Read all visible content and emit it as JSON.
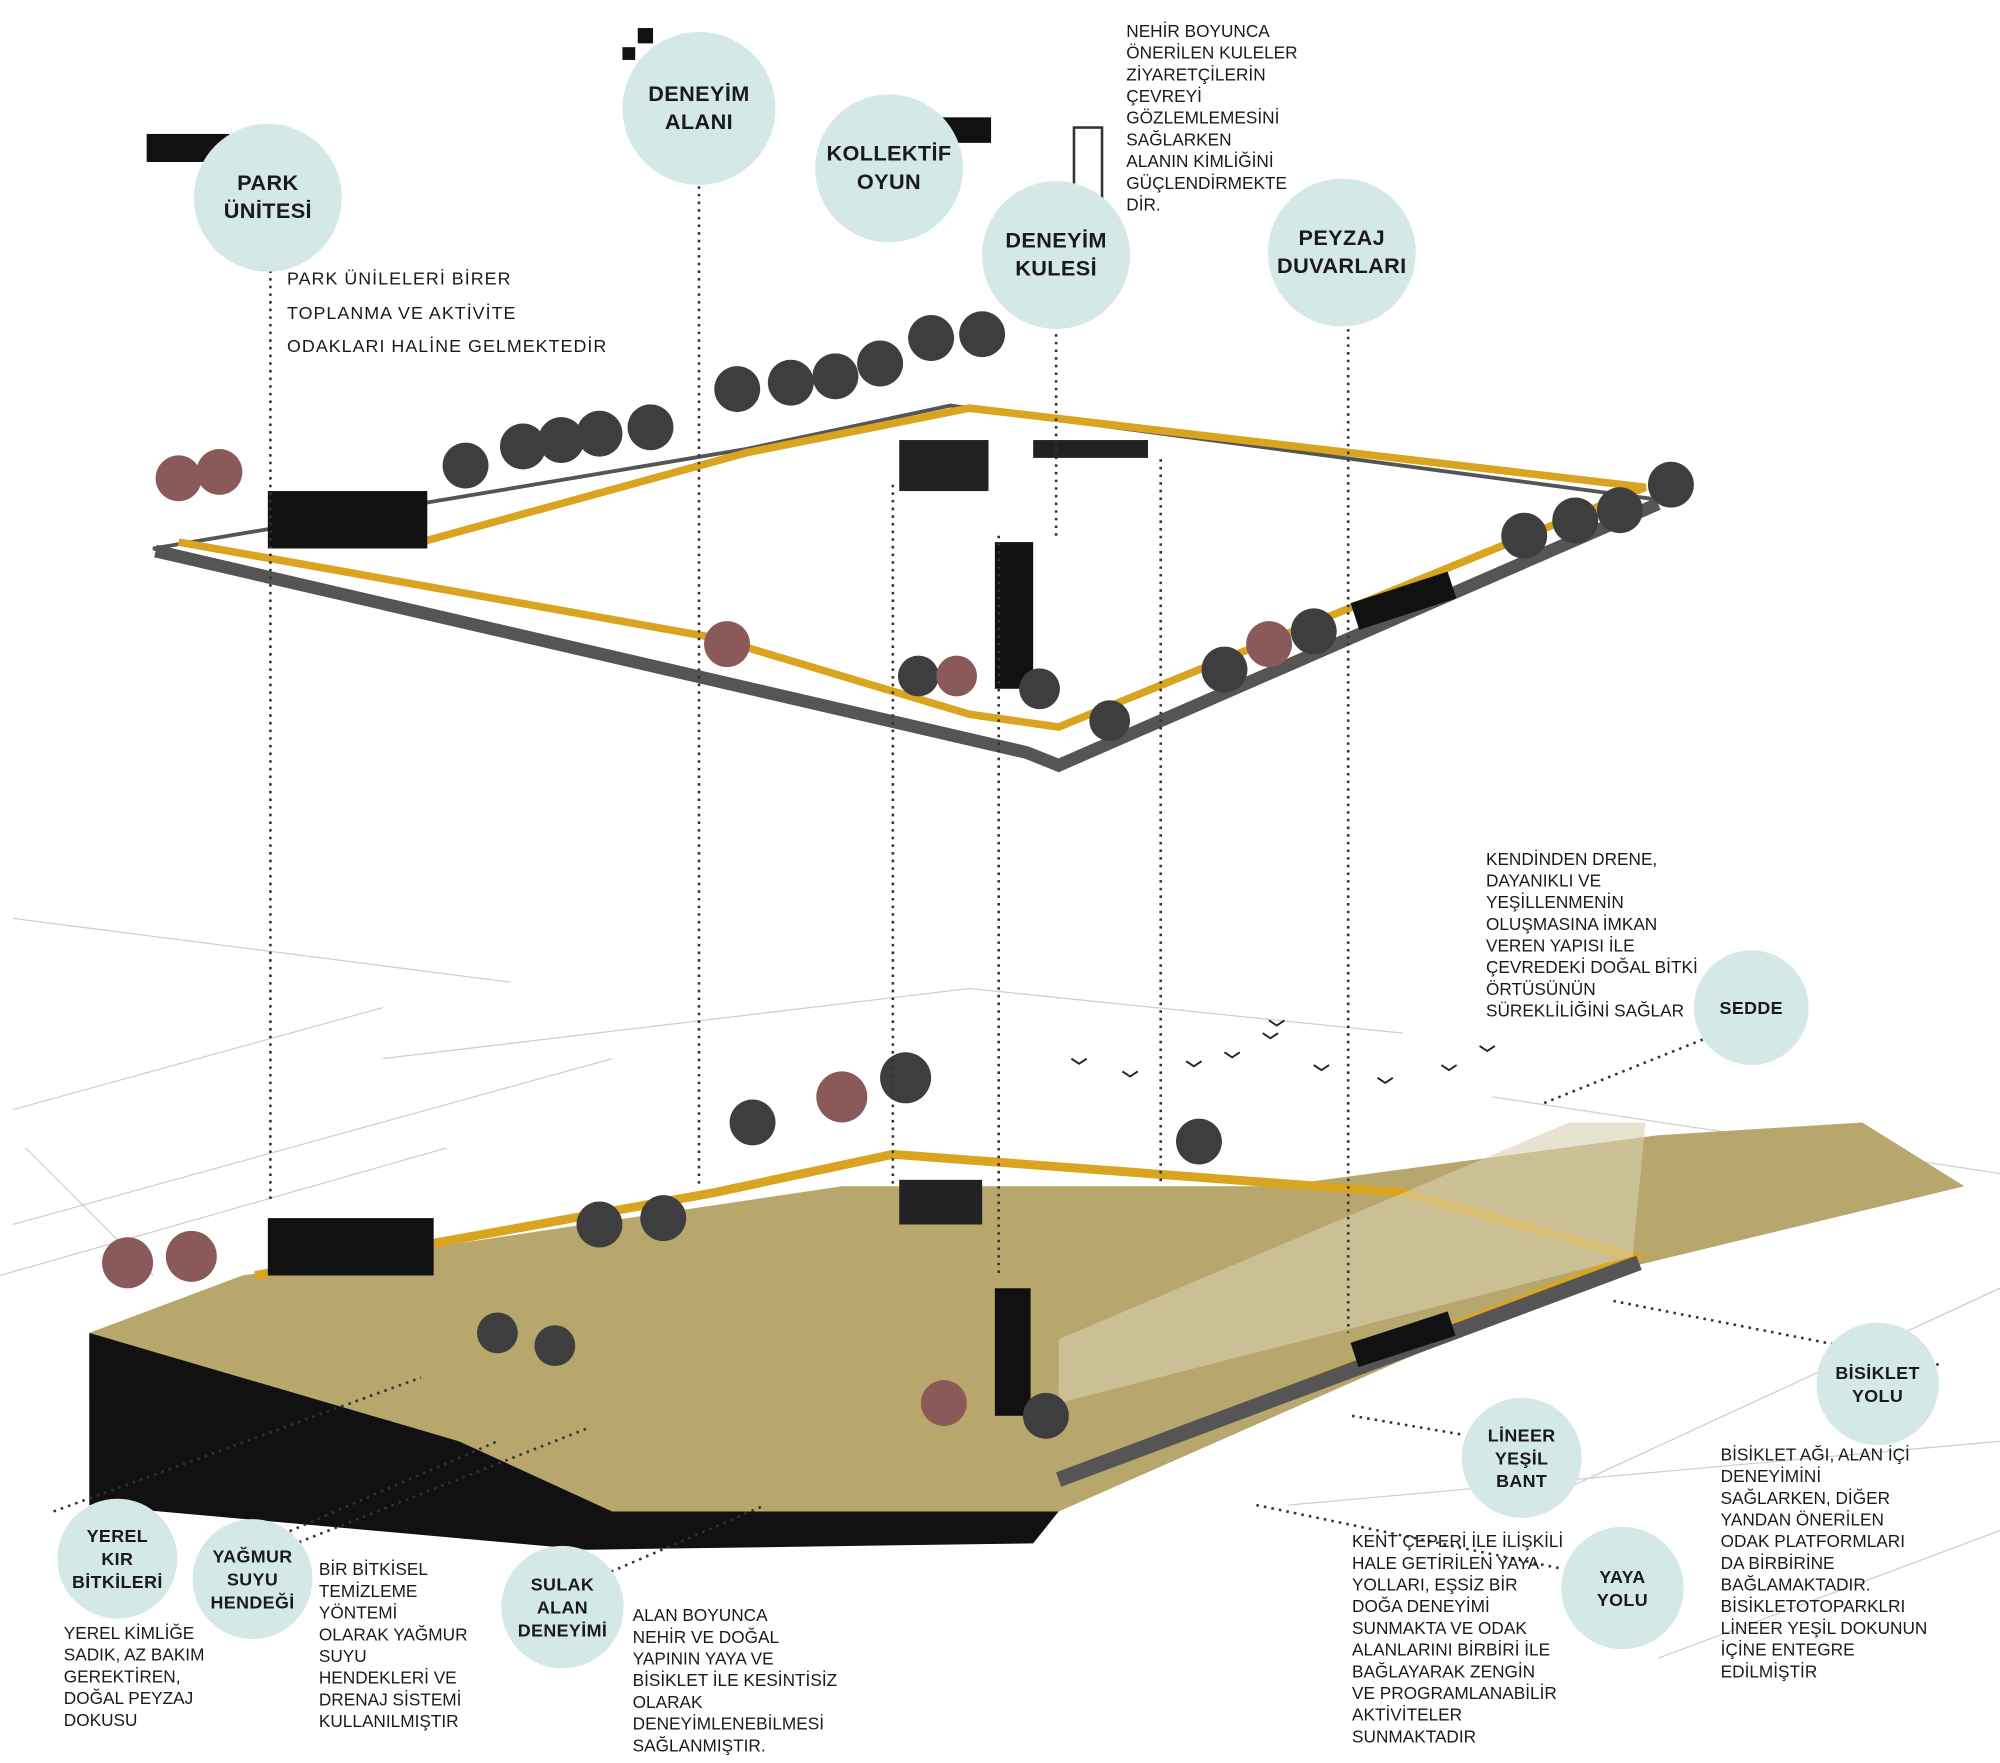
{
  "labels": {
    "park_unitesi": "PARK\nÜNİTESİ",
    "deneyim_alani": "DENEYİM\nALANI",
    "kollektif_oyun": "KOLLEKTİF\nOYUN",
    "deneyim_kulesi": "DENEYİM\nKULESİ",
    "peyzaj_duvarlari": "PEYZAJ\nDUVARLARI",
    "sedde": "SEDDE",
    "bisiklet_yolu": "BİSİKLET\nYOLU",
    "lineer_yesil_bant": "LİNEER\nYEŞİL\nBANT",
    "yaya_yolu": "YAYA\nYOLU",
    "sulak_alan": "SULAK\nALAN\nDENEYİMİ",
    "yagmur_suyu": "YAĞMUR\nSUYU\nHENDEĞİ",
    "yerel_kir": "YEREL\nKIR\nBİTKİLERİ"
  },
  "descriptions": {
    "park": "PARK ÜNİLELERİ BİRER\nTOPLANMA VE AKTİVİTE\nODAKLARI HALİNE GELMEKTEDİR",
    "kule": "NEHİR BOYUNCA\nÖNERİLEN KULELER\nZİYARETÇİLERİN\nÇEVREYİ\nGÖZLEMLEMESİNİ\nSAĞLARKEN\nALANIN KİMLİĞİNİ\nGÜÇLENDİRMEKTE\nDİR.",
    "sedde": "KENDİNDEN DRENE,\nDAYANIKLI VE\nYEŞİLLENMENİN\nOLUŞMASINA İMKAN\nVEREN YAPISI İLE\nÇEVREDEKİ DOĞAL BİTKİ\nÖRTÜSÜNÜN\nSÜREKLİLİĞİNİ SAĞLAR",
    "yerel_kir": "YEREL KİMLİĞE\nSADIK, AZ BAKIM\nGEREKTİREN,\nDOĞAL PEYZAJ\nDOKUSU",
    "yagmur_suyu": "BİR BİTKİSEL\nTEMİZLEME\nYÖNTEMİ\nOLARAK YAĞMUR\nSUYU\nHENDEKLERİ VE\nDRENAJ SİSTEMİ\nKULLANILMIŞTIR",
    "sulak_alan": "ALAN BOYUNCA\nNEHİR VE DOĞAL\nYAPININ YAYA VE\nBİSİKLET İLE KESİNTİSİZ\nOLARAK\nDENEYİMLENEBİLMESİ\nSAĞLANMIŞTIR.",
    "yaya_yolu": "KENT ÇEPERİ İLE İLİŞKİLİ\nHALE GETİRİLEN YAYA\nYOLLARI, EŞSİZ BİR\nDOĞA DENEYİMİ\nSUNMAKTA VE ODAK\nALANLARINI BİRBİRİ İLE\nBAĞLAYARAK ZENGİN\nVE PROGRAMLANABİLİR\nAKTİVİTELER\nSUNMAKTADIR",
    "bisiklet_yolu": "BİSİKLET AĞI, ALAN İÇİ\nDENEYİMİNİ\nSAĞLARKEN, DİĞER\nYANDAN ÖNERİLEN\nODAK PLATFORMLARI\nDA BİRBİRİNE\nBAĞLAMAKTADIR.\nBİSİKLETOTOPARKLRI\nLİNEER YEŞİL DOKUNUN\nİÇİNE ENTEGRE\nEDİLMİŞTİR"
  },
  "colors": {
    "bubble": "#d5e8e8",
    "path_yellow": "#d9a520",
    "road_gray": "#555555",
    "grass": "#b7a76c",
    "ground_black": "#111111"
  }
}
